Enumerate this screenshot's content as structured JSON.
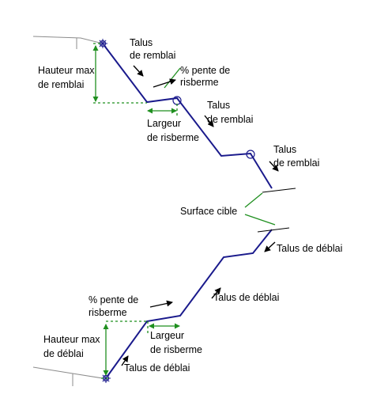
{
  "colors": {
    "profile": "#1a1a8c",
    "dimension": "#1f8f1f",
    "ground": "#8c8c8c",
    "text": "#000000"
  },
  "icons": {
    "hinge": "hinge-point-icon",
    "breakpoint": "circle-marker-icon"
  },
  "labels": {
    "talus_remblai_1": [
      "Talus",
      "de remblai"
    ],
    "pente_risberme_top": [
      "% pente de",
      "risberme"
    ],
    "hauteur_max_remblai": [
      "Hauteur max",
      "de remblai"
    ],
    "talus_remblai_2": [
      "Talus",
      "de remblai"
    ],
    "largeur_risberme_top": [
      "Largeur",
      "de risberme"
    ],
    "talus_remblai_3": [
      "Talus",
      "de remblai"
    ],
    "surface_cible": "Surface cible",
    "talus_deblai_1": "Talus de déblai",
    "talus_deblai_2": "Talus de déblai",
    "pente_risberme_bottom": [
      "% pente de",
      "risberme"
    ],
    "hauteur_max_deblai": [
      "Hauteur max",
      "de déblai"
    ],
    "largeur_risberme_bottom": [
      "Largeur",
      "de risberme"
    ],
    "talus_deblai_3": "Talus de déblai"
  }
}
